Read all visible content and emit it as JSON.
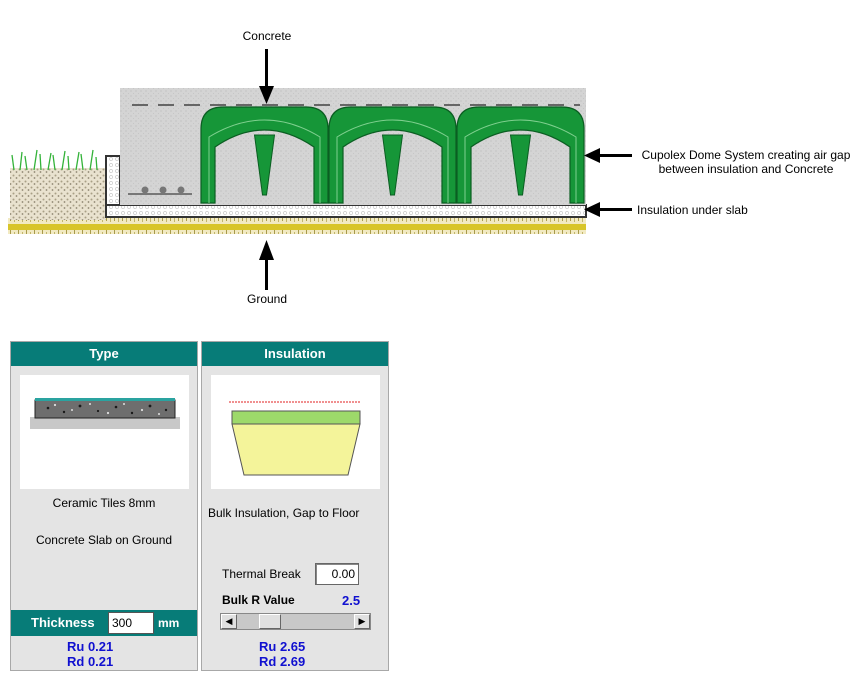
{
  "diagram": {
    "labels": {
      "concrete": "Concrete",
      "ground": "Ground",
      "cupolex_line1": "Cupolex Dome System creating air gap",
      "cupolex_line2": "between insulation and Concrete",
      "insulation_under_slab": "Insulation under slab"
    },
    "colors": {
      "dome": "#169638",
      "concrete": "#d2d2d2",
      "ground": "#d7c71a"
    }
  },
  "type_panel": {
    "header": "Type",
    "covering": "Ceramic Tiles 8mm",
    "slab": "Concrete Slab on Ground",
    "thickness_label": "Thickness",
    "thickness_value": "300",
    "thickness_unit": "mm",
    "ru": "Ru  0.21",
    "rd": "Rd  0.21"
  },
  "insulation_panel": {
    "header": "Insulation",
    "description": "Bulk Insulation, Gap to Floor",
    "thermal_break_label": "Thermal Break",
    "thermal_break_value": "0.00",
    "bulk_r_label": "Bulk R Value",
    "bulk_r_value": "2.5",
    "ru": "Ru  2.65",
    "rd": "Rd  2.69",
    "slider_fraction": 0.1
  }
}
